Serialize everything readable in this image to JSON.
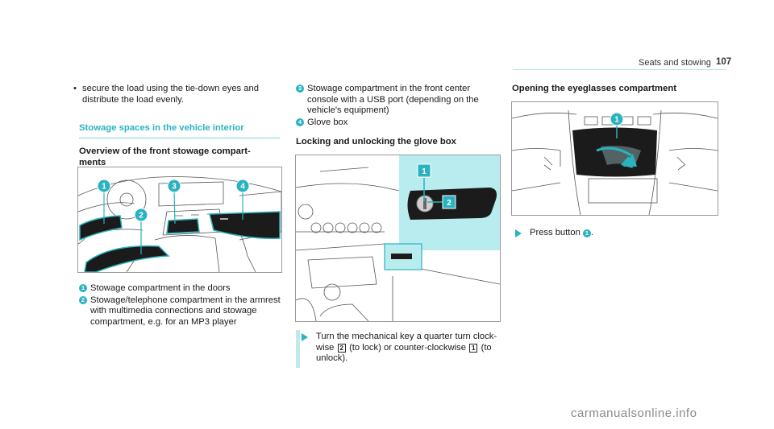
{
  "header": {
    "section_title": "Seats and stowing",
    "page_number": "107"
  },
  "left_column": {
    "bullet_text": "secure the load using the tie-down eyes and distribute the load evenly.",
    "section_title": "Stowage spaces in the vehicle interior",
    "subheading": "Overview of the front stowage compart-ments",
    "items": [
      {
        "num": "1",
        "text": "Stowage compartment in the doors"
      },
      {
        "num": "2",
        "text": "Stowage/telephone compartment in the armrest with multimedia connections and stowage compartment, e.g. for an MP3 player"
      }
    ]
  },
  "middle_column": {
    "items": [
      {
        "num": "3",
        "text": "Stowage compartment in the front center console with a USB port (depending on the vehicle's equipment)"
      },
      {
        "num": "4",
        "text": "Glove box"
      }
    ],
    "subheading": "Locking and unlocking the glove box",
    "instruction": {
      "part1": "Turn the mechanical key a quarter turn clock-wise",
      "key_2": "2",
      "part2": "(to lock) or counter-clockwise",
      "key_1": "1",
      "part3": "(to unlock)."
    }
  },
  "right_column": {
    "subheading": "Opening the eyeglasses compartment",
    "instruction_prefix": "Press button",
    "instruction_num": "1",
    "instruction_suffix": "."
  },
  "figure_callouts": {
    "overview": [
      "1",
      "2",
      "3",
      "4"
    ],
    "glovebox": [
      "1",
      "2"
    ],
    "eyeglasses": [
      "1"
    ]
  },
  "watermark": "carmanualsonline.info",
  "colors": {
    "accent": "#2ab3bf",
    "highlight_area": "#b9ecef",
    "dark_fill": "#1b1b1b"
  }
}
